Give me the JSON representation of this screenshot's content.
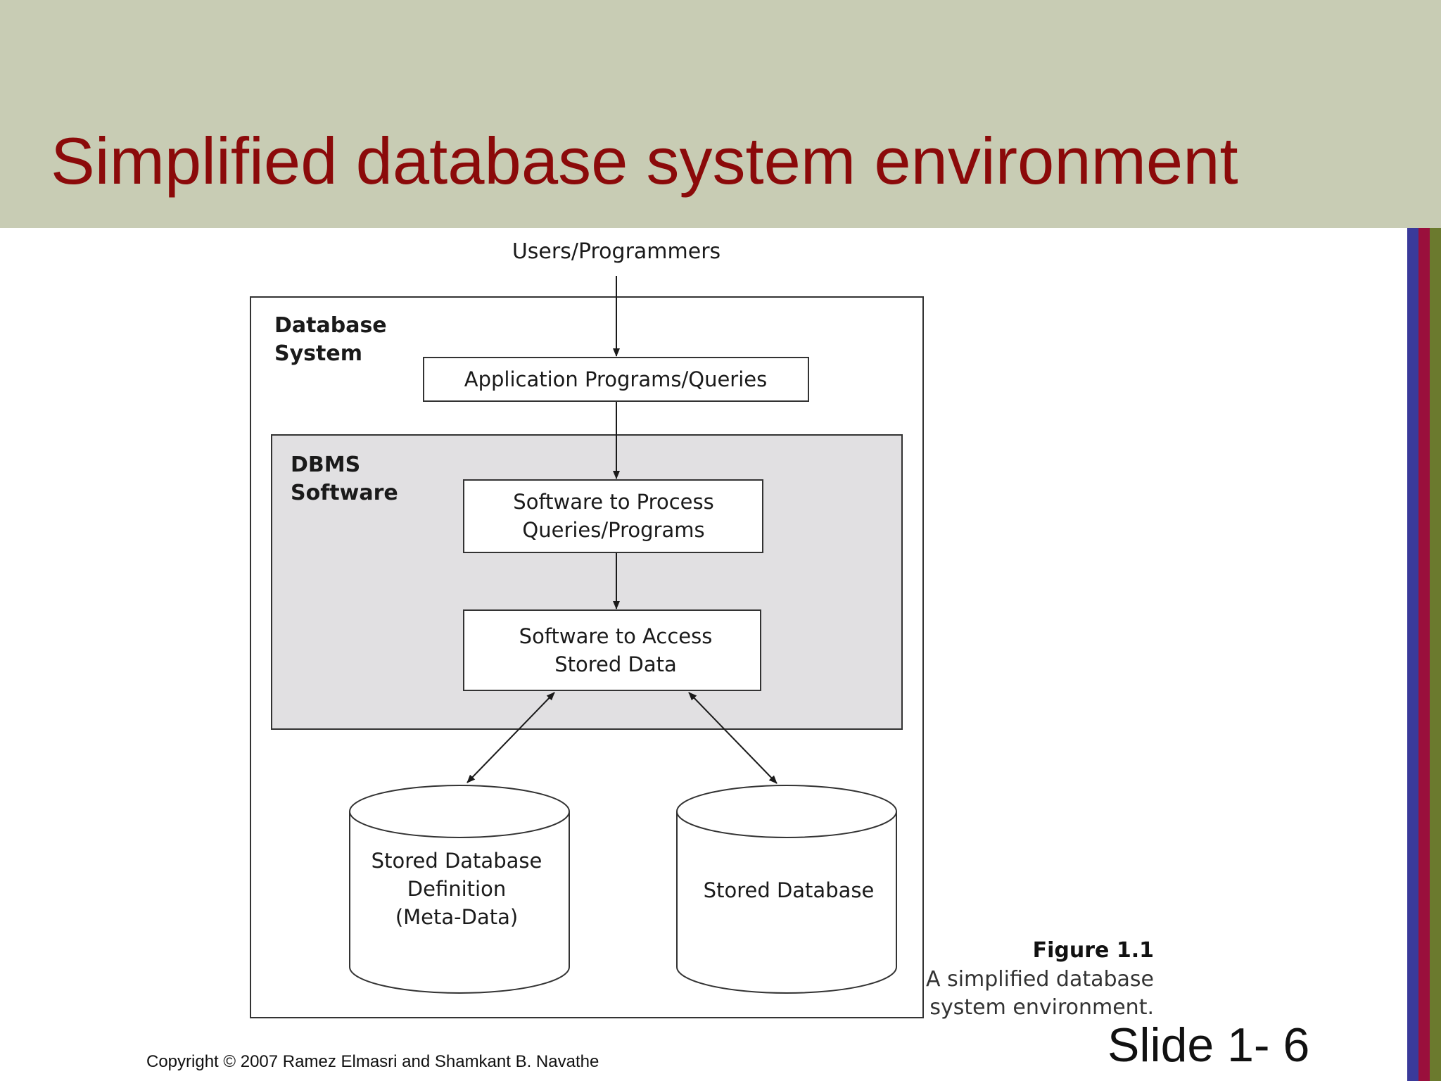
{
  "slide": {
    "title": "Simplified database system environment",
    "copyright": "Copyright © 2007 Ramez Elmasri and Shamkant B. Navathe",
    "slide_number": "Slide 1- 6"
  },
  "colors": {
    "header_bg": "#c8ccb4",
    "title": "#8b0a0a",
    "stripes": [
      "#3a3a9a",
      "#9a0f3c",
      "#6b7a2e"
    ]
  },
  "diagram": {
    "users_label": "Users/Programmers",
    "database_system_label": [
      "Database",
      "System"
    ],
    "app_box": "Application Programs/Queries",
    "dbms_label": [
      "DBMS",
      "Software"
    ],
    "process_box": [
      "Software to Process",
      "Queries/Programs"
    ],
    "access_box": [
      "Software to Access",
      "Stored Data"
    ],
    "meta_db": [
      "Stored Database",
      "Definition",
      "(Meta-Data)"
    ],
    "stored_db": "Stored Database"
  },
  "caption": {
    "figure_label": "Figure 1.1",
    "lines": [
      "A simplified database",
      "system environment."
    ]
  }
}
